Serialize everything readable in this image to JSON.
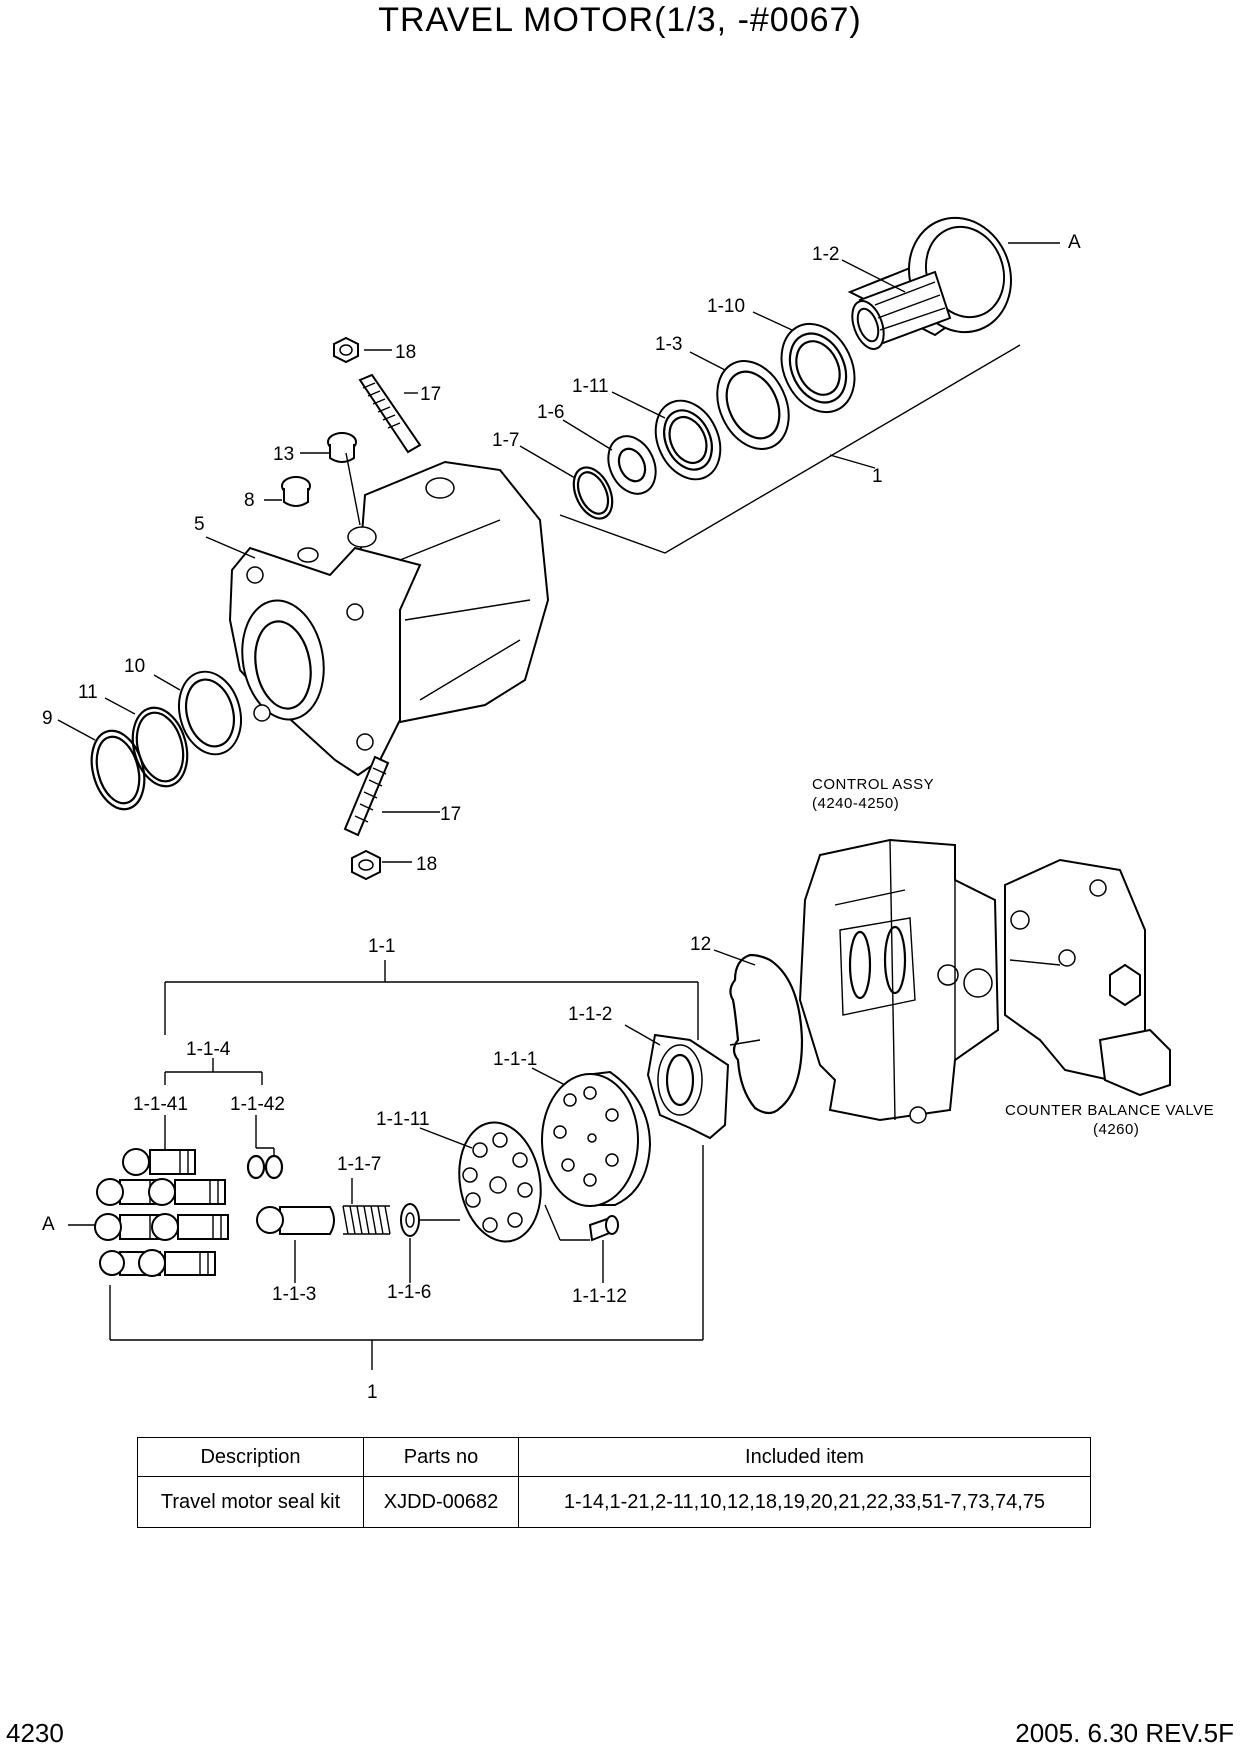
{
  "title": "TRAVEL MOTOR(1/3, -#0067)",
  "labels": {
    "l_A_top": "A",
    "l_1_2": "1-2",
    "l_1_10": "1-10",
    "l_1_3": "1-3",
    "l_1_11": "1-11",
    "l_1_6": "1-6",
    "l_1_7": "1-7",
    "l_1": "1",
    "l_18_top": "18",
    "l_17_top": "17",
    "l_13": "13",
    "l_8": "8",
    "l_5": "5",
    "l_10": "10",
    "l_11": "11",
    "l_9": "9",
    "l_17_bot": "17",
    "l_18_bot": "18",
    "control_assy": "CONTROL ASSY",
    "control_assy_ref": "(4240-4250)",
    "l_12": "12",
    "counter_balance": "COUNTER BALANCE VALVE",
    "counter_balance_ref": "(4260)",
    "l_1_1": "1-1",
    "l_1_1_2": "1-1-2",
    "l_1_1_4": "1-1-4",
    "l_1_1_1": "1-1-1",
    "l_1_1_41": "1-1-41",
    "l_1_1_42": "1-1-42",
    "l_1_1_11": "1-1-11",
    "l_1_1_7": "1-1-7",
    "l_A_bot": "A",
    "l_1_1_3": "1-1-3",
    "l_1_1_6": "1-1-6",
    "l_1_1_12": "1-1-12",
    "l_1_bottom": "1"
  },
  "table": {
    "headers": [
      "Description",
      "Parts no",
      "Included item"
    ],
    "rows": [
      [
        "Travel motor seal kit",
        "XJDD-00682",
        "1-14,1-21,2-11,10,12,18,19,20,21,22,33,51-7,73,74,75"
      ]
    ]
  },
  "footer": {
    "page_number": "4230",
    "revision": "2005. 6.30  REV.5F"
  }
}
